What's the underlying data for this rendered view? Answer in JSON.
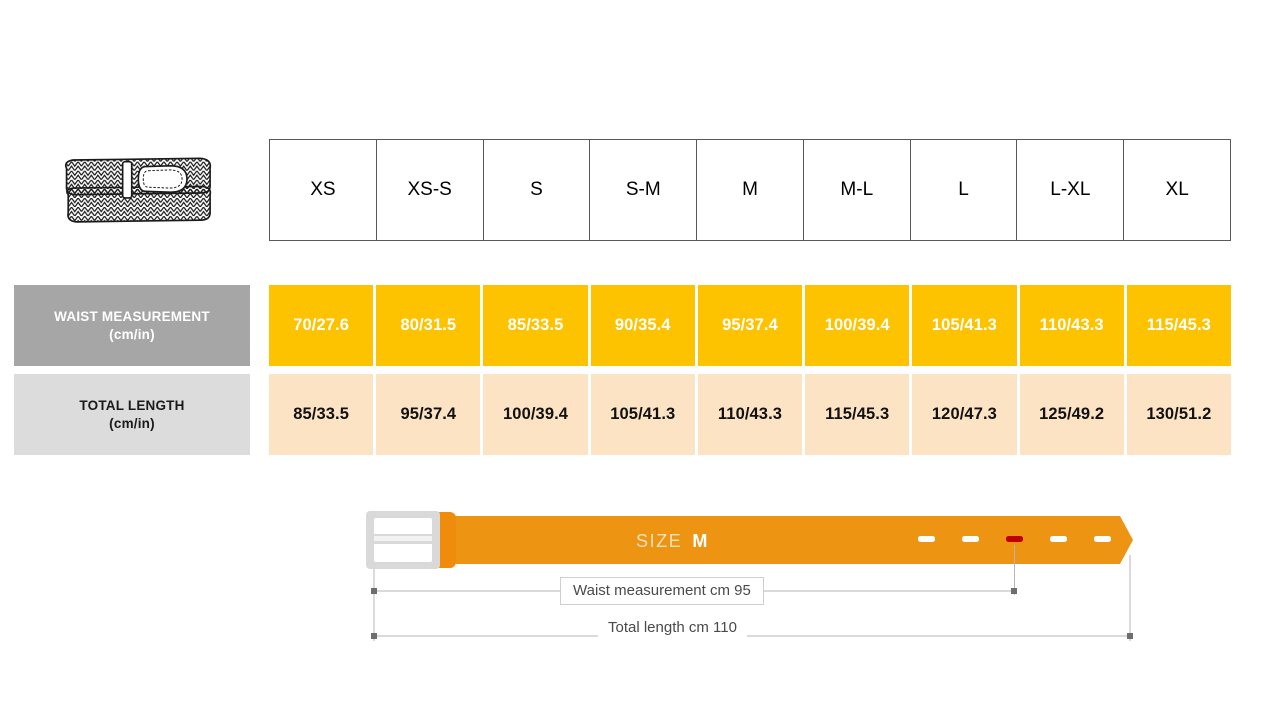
{
  "product": {
    "icon_name": "woven-belt-illustration",
    "alt": "Coiled braided woven belt"
  },
  "table": {
    "size_headers": [
      "XS",
      "XS-S",
      "S",
      "S-M",
      "M",
      "M-L",
      "L",
      "L-XL",
      "XL"
    ],
    "rows": [
      {
        "key": "waist",
        "label_line1": "WAIST MEASUREMENT",
        "label_line2": "(cm/in)",
        "values": [
          "70/27.6",
          "80/31.5",
          "85/33.5",
          "90/35.4",
          "95/37.4",
          "100/39.4",
          "105/41.3",
          "110/43.3",
          "115/45.3"
        ]
      },
      {
        "key": "length",
        "label_line1": "TOTAL LENGTH",
        "label_line2": "(cm/in)",
        "values": [
          "85/33.5",
          "95/37.4",
          "100/39.4",
          "105/41.3",
          "110/43.3",
          "115/45.3",
          "120/47.3",
          "125/49.2",
          "130/51.2"
        ]
      }
    ]
  },
  "diagram": {
    "size_prefix": "SIZE",
    "size_value": "M",
    "waist_dimension_label": "Waist measurement cm 95",
    "total_length_label": "Total length cm 110",
    "holes_total": 5,
    "highlighted_hole_index": 3
  },
  "colors": {
    "waist_row_bg": "#fdc300",
    "length_row_bg": "#fce3c4",
    "waist_label_bg": "#a6a6a6",
    "length_label_bg": "#dcdcdc",
    "belt_strap": "#ee9413",
    "belt_buckle": "#d9d9d9",
    "highlight_hole": "#c00000",
    "table_border": "#595959"
  }
}
